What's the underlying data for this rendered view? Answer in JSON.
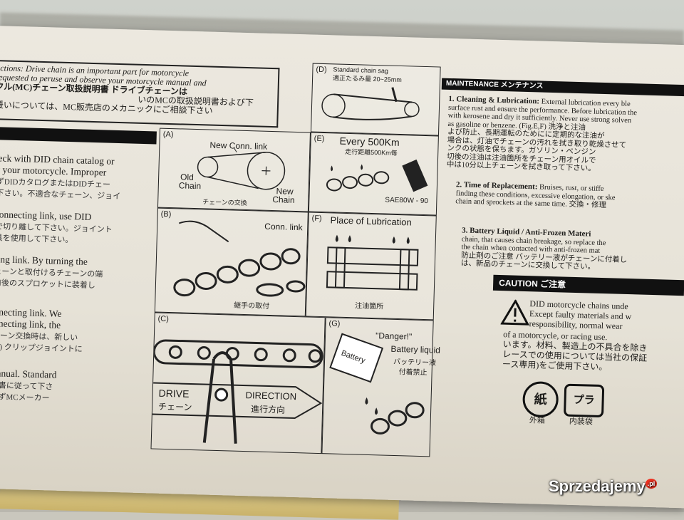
{
  "intro": {
    "line1": "uctions: Drive chain is an important part for motorcycle",
    "line2": "requested to peruse and observe your motorcycle manual and",
    "line3": "クル(MC)チェーン取扱説明書 ドライブチェーンは",
    "line4": "いのMCの取扱説明書および下",
    "line5": "援いについては、MC販売店のメカニックにご相談下さい"
  },
  "left_col": {
    "p1a": "check with DID chain catalog or",
    "p1b": "for your motorcycle. Improper",
    "p1j": "必ずDIDカタログまたはDIDチェー",
    "p1k": "て下さい。不適合なチェーン、ジョイ",
    "p2a": "d connecting link, use DID",
    "p2j": "部で切り離して下さい。ジョイント",
    "p2k": "工具を使用して下さい。",
    "p3a": "ecting link. By turning the",
    "p3j": "チェーンと取付けるチェーンの端",
    "p3k": "を前後のスプロケットに装着し",
    "p4a": "connecting link.   We",
    "p4b": "connecting link, the",
    "p4j": "チェーン交換時は、新しい",
    "p4k": "参照) クリップジョイントに",
    "p5a": "s manual. Standard",
    "p5j": "説明書に従って下さ",
    "p5k": "は必ずMCメーカー"
  },
  "panels": {
    "D": {
      "label": "(D)",
      "title": "Standard chain sag",
      "jp": "適正たるみ量 20~25mm"
    },
    "A": {
      "label": "(A)",
      "conn": "New Conn. link",
      "old": "Old",
      "old2": "Chain",
      "new": "New",
      "new2": "Chain",
      "jp": "チェーンの交換"
    },
    "E": {
      "label": "(E)",
      "title": "Every 500Km",
      "jp": "走行距離500Km毎",
      "oil": "SAE80W - 90"
    },
    "B": {
      "label": "(B)",
      "conn": "Conn. link",
      "jp": "継手の取付"
    },
    "F": {
      "label": "(F)",
      "title": "Place of Lubrication",
      "jp": "注油箇所"
    },
    "C": {
      "label": "(C)",
      "drive": "DRIVE",
      "drive_jp": "チェーン",
      "dir": "DIRECTION",
      "dir_jp": "進行方向"
    },
    "G": {
      "label": "(G)",
      "danger": "\"Danger!\"",
      "battery": "Battery liquid",
      "jp1": "バッテリー液",
      "jp2": "付着禁止",
      "batt_label": "Battery"
    }
  },
  "maintenance": {
    "header": "MAINTENANCE メンテナンス",
    "s1_title": "1. Cleaning & Lubrication:",
    "s1_lines": [
      "External lubrication every  ble",
      "surface rust and ensure the performance. Before lubrication the",
      "with kerosene and dry it sufficiently. Never use strong solven",
      "as gasoline or benzene. (Fig.E,F) 洗浄と注油",
      "よび防止、長期運転のためにに定期的な注油が",
      "場合は、灯油でチェーンの汚れを拭き取り乾燥させて",
      "ンクの状態を保ちます。ガソリン・ベンジン",
      "切後の注油は注油箇所をチェーン用オイルで",
      "中は10分以上チェーンを拭き取って下さい。"
    ],
    "s2_title": "2. Time of Replacement:",
    "s2_lines": [
      "Bruises, rust, or stiffe",
      "finding these conditions, excessive elongation, or ske",
      "chain and sprockets at the same time. 交換・修理"
    ],
    "s3_title": "3. Battery Liquid / Anti-Frozen Materi",
    "s3_lines": [
      "chain, that causes chain breakage, so replace the",
      "the chain when contacted with anti-frozen mat",
      "防止剤のご注意  バッテリー液がチェーンに付着し",
      "は、新品のチェーンに交換して下さい。"
    ]
  },
  "caution": {
    "header": "CAUTION  ご注意",
    "lines": [
      "DID motorcycle chains unde",
      "Except faulty materials and w",
      "responsibility, normal wear",
      "of a motorcycle, or racing use.",
      "います。材料、製造上の不具合を除き",
      "レースでの使用については当社の保証",
      "ース専用)をご使用下さい。"
    ],
    "icon1": "紙",
    "icon1_label": "外箱",
    "icon2": "プラ",
    "icon2_label": "内装袋"
  },
  "watermark": {
    "text": "Sprzedajemy",
    "suffix": ".pl"
  }
}
